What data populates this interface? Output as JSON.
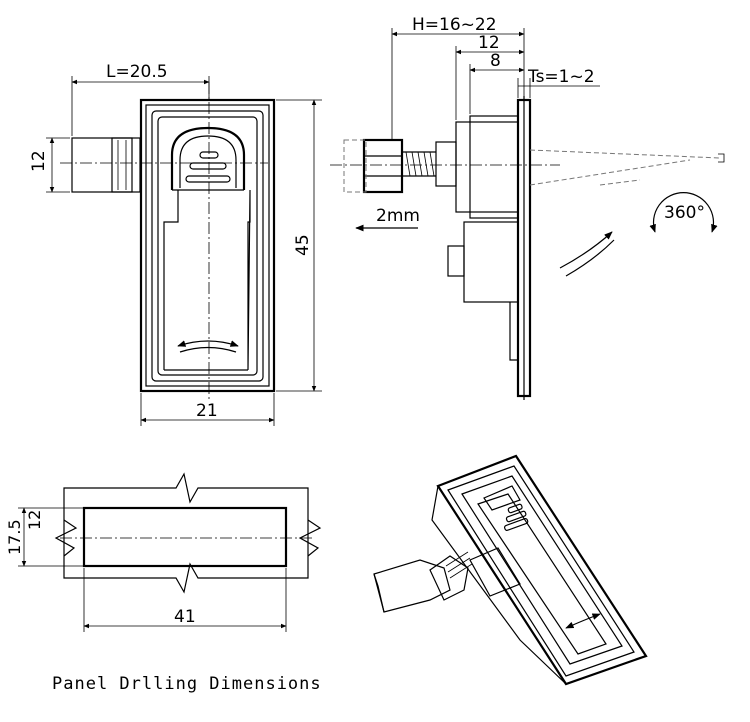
{
  "front_view": {
    "length_label": "L=20.5",
    "height_label": "45",
    "width_label": "21",
    "stub_label": "12"
  },
  "side_view": {
    "grip_range_label": "H=16~22",
    "dim_12_label": "12",
    "dim_8_label": "8",
    "panel_thickness_label": "Ts=1~2",
    "offset_label": "2mm",
    "rotation_label": "360°"
  },
  "drilling": {
    "height_outer_label": "17.5",
    "height_inner_label": "12",
    "width_label": "41",
    "caption": "Panel Drlling Dimensions"
  }
}
